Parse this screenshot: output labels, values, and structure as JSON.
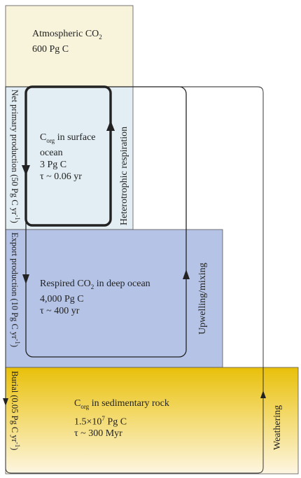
{
  "boxes": {
    "atmosphere": {
      "line1": "Atmospheric CO",
      "line1_sub": "2",
      "line2": "600 Pg C"
    },
    "surface": {
      "line1_main": "C",
      "line1_sub": "org",
      "line1_rest": " in surface",
      "line2": "ocean",
      "line3": "3 Pg C",
      "line4": "τ ~ 0.06 yr"
    },
    "deep": {
      "line1_main": "Respired CO",
      "line1_sub": "2",
      "line1_rest": " in deep ocean",
      "line2": "4,000 Pg C",
      "line3": "τ ~ 400 yr"
    },
    "sediment": {
      "line1_main": "C",
      "line1_sub": "org",
      "line1_rest": " in sedimentary rock",
      "line2_main": "1.5×10",
      "line2_sup": "7",
      "line2_rest": " Pg C",
      "line3": "τ ~ 300 Myr"
    }
  },
  "fluxes": {
    "npp": {
      "main": "Net primary production (50 Pg C yr",
      "sup": "-1",
      "end": ")"
    },
    "export": {
      "main": "Export production (10 Pg C yr",
      "sup": "-1",
      "end": ")"
    },
    "burial": {
      "main": "Burial (0.05 Pg C yr",
      "sup": "-1",
      "end": ")"
    },
    "heterotrophic": "Heterotrophic respiration",
    "upwelling": "Upwelling/mixing",
    "weathering": "Weathering"
  },
  "colors": {
    "atmosphere_fill": "#f8f4dc",
    "surface_fill": "#e2eef3",
    "deep_fill": "#b4c3e6",
    "sediment_top": "#e8c00a",
    "sediment_bottom": "#fbf3d8",
    "line": "#222222"
  }
}
